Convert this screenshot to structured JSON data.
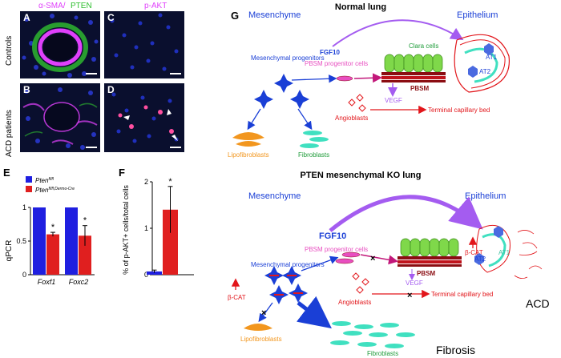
{
  "panels": {
    "A": "A",
    "B": "B",
    "C": "C",
    "D": "D",
    "E": "E",
    "F": "F",
    "G": "G"
  },
  "microscopy": {
    "stain1_a": "α-SMA/",
    "stain1_b": "PTEN",
    "stain2": "p-AKT",
    "row1": "Controls",
    "row2": "ACD patients",
    "colors": {
      "smooth_muscle": "#e040fb",
      "pten": "#3ddc3d",
      "nuclei": "#2233cc",
      "pakt": "#ff4fa0"
    }
  },
  "chart_data": [
    {
      "type": "bar",
      "ylabel": "qPCR",
      "categories": [
        "Foxf1",
        "Foxc2"
      ],
      "series": [
        {
          "name": "Pten",
          "name_sup": "fl/fl",
          "color": "#1f1fe0",
          "values": [
            1,
            1
          ]
        },
        {
          "name": "Pten",
          "name_sup": "fl/fl;Dermo-Cre",
          "color": "#e01f1f",
          "values": [
            0.6,
            0.58
          ],
          "errors": [
            0.03,
            0.15
          ]
        }
      ],
      "ylim": [
        0,
        1
      ],
      "yticks": [
        "0",
        "0.5",
        "1"
      ],
      "significance": [
        "*",
        "*"
      ]
    },
    {
      "type": "bar",
      "ylabel": "% of p-AKT+ cells/total cells",
      "categories": [
        "",
        ""
      ],
      "series": [
        {
          "color": "#1f1fe0",
          "values": [
            0.07
          ],
          "errors": [
            0.03
          ]
        },
        {
          "color": "#e01f1f",
          "values": [
            1.4
          ],
          "errors": [
            0.5
          ]
        }
      ],
      "ylim": [
        0,
        2
      ],
      "yticks": [
        "0",
        "1",
        "2"
      ],
      "significance": [
        "*"
      ]
    }
  ],
  "diagram": {
    "normal": {
      "title": "Normal lung",
      "mesenchyme": "Mesenchyme",
      "epithelium": "Epithelium",
      "fgf10": "FGF10",
      "clara": "Clara cells",
      "at1": "AT1",
      "at2": "AT2",
      "progenitors": "Mesenchymal progenitors",
      "pbsm_prog": "PBSM progenitor cells",
      "vegf": "VEGF",
      "pbsm": "PBSM",
      "angioblasts": "Angioblasts",
      "capillary": "Terminal capillary bed",
      "lipofibroblasts": "Lipofibroblasts",
      "fibroblasts": "Fibroblasts"
    },
    "ko": {
      "title": "PTEN mesenchymal KO lung",
      "mesenchyme": "Mesenchyme",
      "epithelium": "Epithelium",
      "fgf10": "FGF10",
      "bcat": "β-CAT",
      "at1": "AT1",
      "at2": "AT2",
      "progenitors": "Mesenchymal progenitors",
      "pbsm_prog": "PBSM progenitor cells",
      "vegf": "VEGF",
      "pbsm": "PBSM",
      "angioblasts": "Angioblasts",
      "capillary": "Terminal capillary bed",
      "lipofibroblasts": "Lipofibroblasts",
      "fibroblasts": "Fibroblasts",
      "fibrosis": "Fibrosis",
      "acd": "ACD"
    },
    "colors": {
      "blue": "#1a3fd6",
      "pink": "#e84ec0",
      "red": "#e2161b",
      "purple": "#a45cf0",
      "green": "#1f9c3a",
      "orange": "#f2961e",
      "teal": "#40e0c0",
      "darkred": "#8b0d12",
      "epi_green": "#7fd84a"
    }
  }
}
